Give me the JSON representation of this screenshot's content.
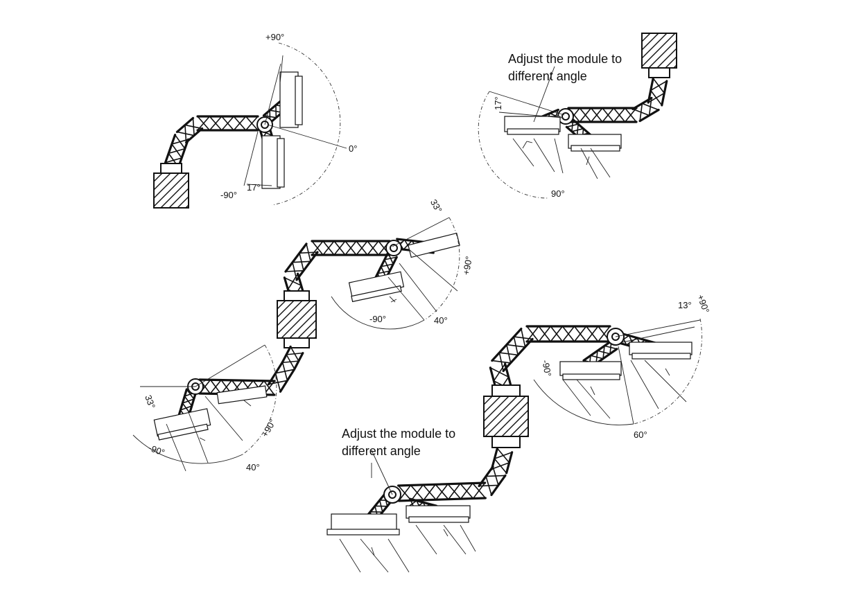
{
  "figures": {
    "top_left": {
      "angle_top": "+90°",
      "angle_right": "0°",
      "angle_bottom": "-90°",
      "angle_small": "17°"
    },
    "top_right": {
      "caption_line1": "Adjust the module to",
      "caption_line2": "different angle",
      "angle_small": "17°",
      "angle_bottom": "90°"
    },
    "middle_upper": {
      "angle_small": "33°",
      "angle_plus": "+90°",
      "angle_minus": "-90°",
      "angle_tilt": "40°"
    },
    "middle_lower": {
      "angle_small": "33°",
      "angle_plus": "+90°",
      "angle_minus": "-90°",
      "angle_tilt": "40°"
    },
    "right_upper": {
      "angle_small": "13°",
      "angle_plus": "+90°",
      "angle_minus": "-90°",
      "angle_tilt": "60°"
    },
    "right_lower": {
      "caption_line1": "Adjust the module to",
      "caption_line2": "different angle"
    }
  }
}
